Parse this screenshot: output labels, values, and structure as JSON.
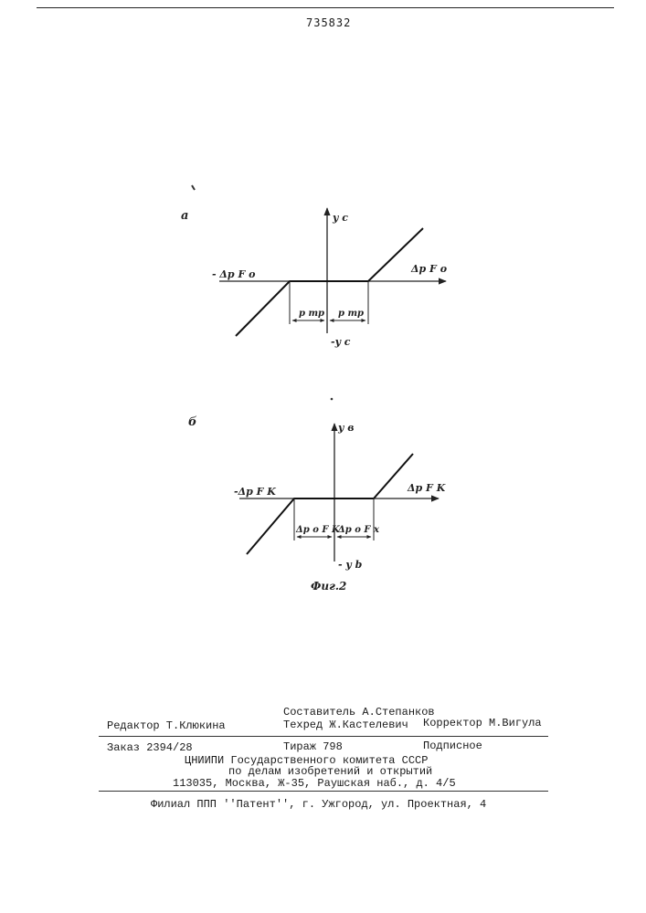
{
  "header": {
    "patent_number": "735832"
  },
  "figure": {
    "caption": "Фиг.2",
    "panel_a": {
      "marker": "a",
      "y_pos": "y c",
      "y_neg": "-y c",
      "x_pos": "Δp F o",
      "x_neg": "- Δp F o",
      "interval_left": "p mp",
      "interval_right": "p mp"
    },
    "panel_b": {
      "marker": "б",
      "y_pos": "y в",
      "y_neg": "- y b",
      "x_pos": "Δp F K",
      "x_neg": "-Δp F K",
      "interval_left": "Δp o F K",
      "interval_right": "Δp o F x"
    }
  },
  "footer": {
    "compiler": "Составитель А.Степанков",
    "editor": "Редактор Т.Клюкина",
    "techred": "Техред Ж.Кастелевич",
    "corrector": "Корректор М.Вигула",
    "order": "Заказ 2394/28",
    "circulation": "Тираж 798",
    "subscription": "Подписное",
    "org_line1": "ЦНИИПИ Государственного комитета СССР",
    "org_line2": "по делам изобретений и открытий",
    "address": "113035, Москва, Ж-35, Раушская наб., д. 4/5",
    "branch": "Филиал ППП ''Патент'', г. Ужгород, ул. Проектная, 4"
  }
}
